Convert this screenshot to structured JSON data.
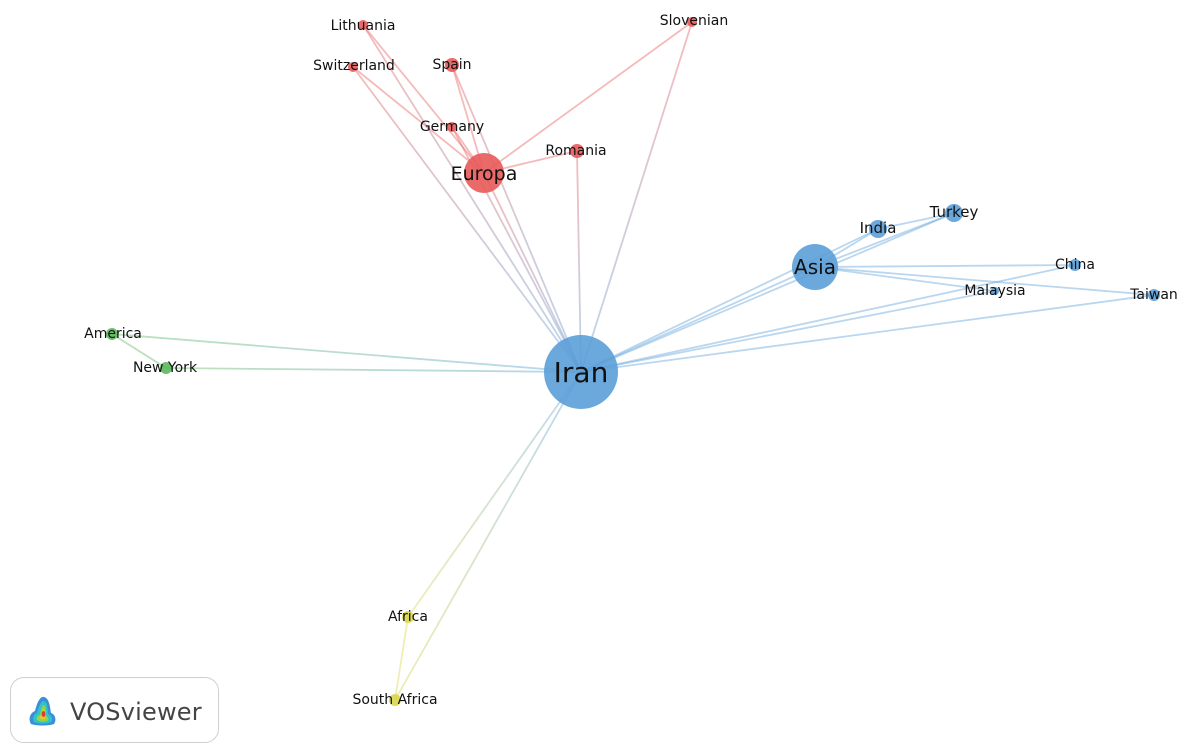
{
  "network": {
    "nodes": [
      {
        "id": "iran",
        "label": "Iran",
        "cluster": "asia"
      },
      {
        "id": "europa",
        "label": "Europa",
        "cluster": "europe"
      },
      {
        "id": "asia",
        "label": "Asia",
        "cluster": "asia"
      },
      {
        "id": "lithuania",
        "label": "Lithuania",
        "cluster": "europe"
      },
      {
        "id": "slovenian",
        "label": "Slovenian",
        "cluster": "europe"
      },
      {
        "id": "switzerland",
        "label": "Switzerland",
        "cluster": "europe"
      },
      {
        "id": "spain",
        "label": "Spain",
        "cluster": "europe"
      },
      {
        "id": "germany",
        "label": "Germany",
        "cluster": "europe"
      },
      {
        "id": "romania",
        "label": "Romania",
        "cluster": "europe"
      },
      {
        "id": "turkey",
        "label": "Turkey",
        "cluster": "asia"
      },
      {
        "id": "india",
        "label": "India",
        "cluster": "asia"
      },
      {
        "id": "china",
        "label": "China",
        "cluster": "asia"
      },
      {
        "id": "malaysia",
        "label": "Malaysia",
        "cluster": "asia"
      },
      {
        "id": "taiwan",
        "label": "Taiwan",
        "cluster": "asia"
      },
      {
        "id": "america",
        "label": "America",
        "cluster": "america"
      },
      {
        "id": "newyork",
        "label": "New York",
        "cluster": "america"
      },
      {
        "id": "africa",
        "label": "Africa",
        "cluster": "africa"
      },
      {
        "id": "southafrica",
        "label": "South Africa",
        "cluster": "africa"
      }
    ],
    "links": [
      [
        "iran",
        "europa"
      ],
      [
        "iran",
        "lithuania"
      ],
      [
        "iran",
        "switzerland"
      ],
      [
        "iran",
        "spain"
      ],
      [
        "iran",
        "germany"
      ],
      [
        "iran",
        "romania"
      ],
      [
        "iran",
        "slovenian"
      ],
      [
        "europa",
        "lithuania"
      ],
      [
        "europa",
        "switzerland"
      ],
      [
        "europa",
        "spain"
      ],
      [
        "europa",
        "germany"
      ],
      [
        "europa",
        "romania"
      ],
      [
        "europa",
        "slovenian"
      ],
      [
        "iran",
        "asia"
      ],
      [
        "iran",
        "india"
      ],
      [
        "iran",
        "turkey"
      ],
      [
        "iran",
        "china"
      ],
      [
        "iran",
        "malaysia"
      ],
      [
        "iran",
        "taiwan"
      ],
      [
        "asia",
        "india"
      ],
      [
        "asia",
        "turkey"
      ],
      [
        "asia",
        "china"
      ],
      [
        "asia",
        "malaysia"
      ],
      [
        "asia",
        "taiwan"
      ],
      [
        "india",
        "turkey"
      ],
      [
        "iran",
        "america"
      ],
      [
        "iran",
        "newyork"
      ],
      [
        "america",
        "newyork"
      ],
      [
        "iran",
        "africa"
      ],
      [
        "iran",
        "southafrica"
      ],
      [
        "africa",
        "southafrica"
      ]
    ],
    "cluster_colors": {
      "europe": "#e85a5a",
      "asia": "#5b9fd8",
      "america": "#5cb85c",
      "africa": "#d9d64a"
    }
  },
  "logo": {
    "text": "VOSviewer",
    "icon": "vosviewer-density-logo-icon"
  }
}
